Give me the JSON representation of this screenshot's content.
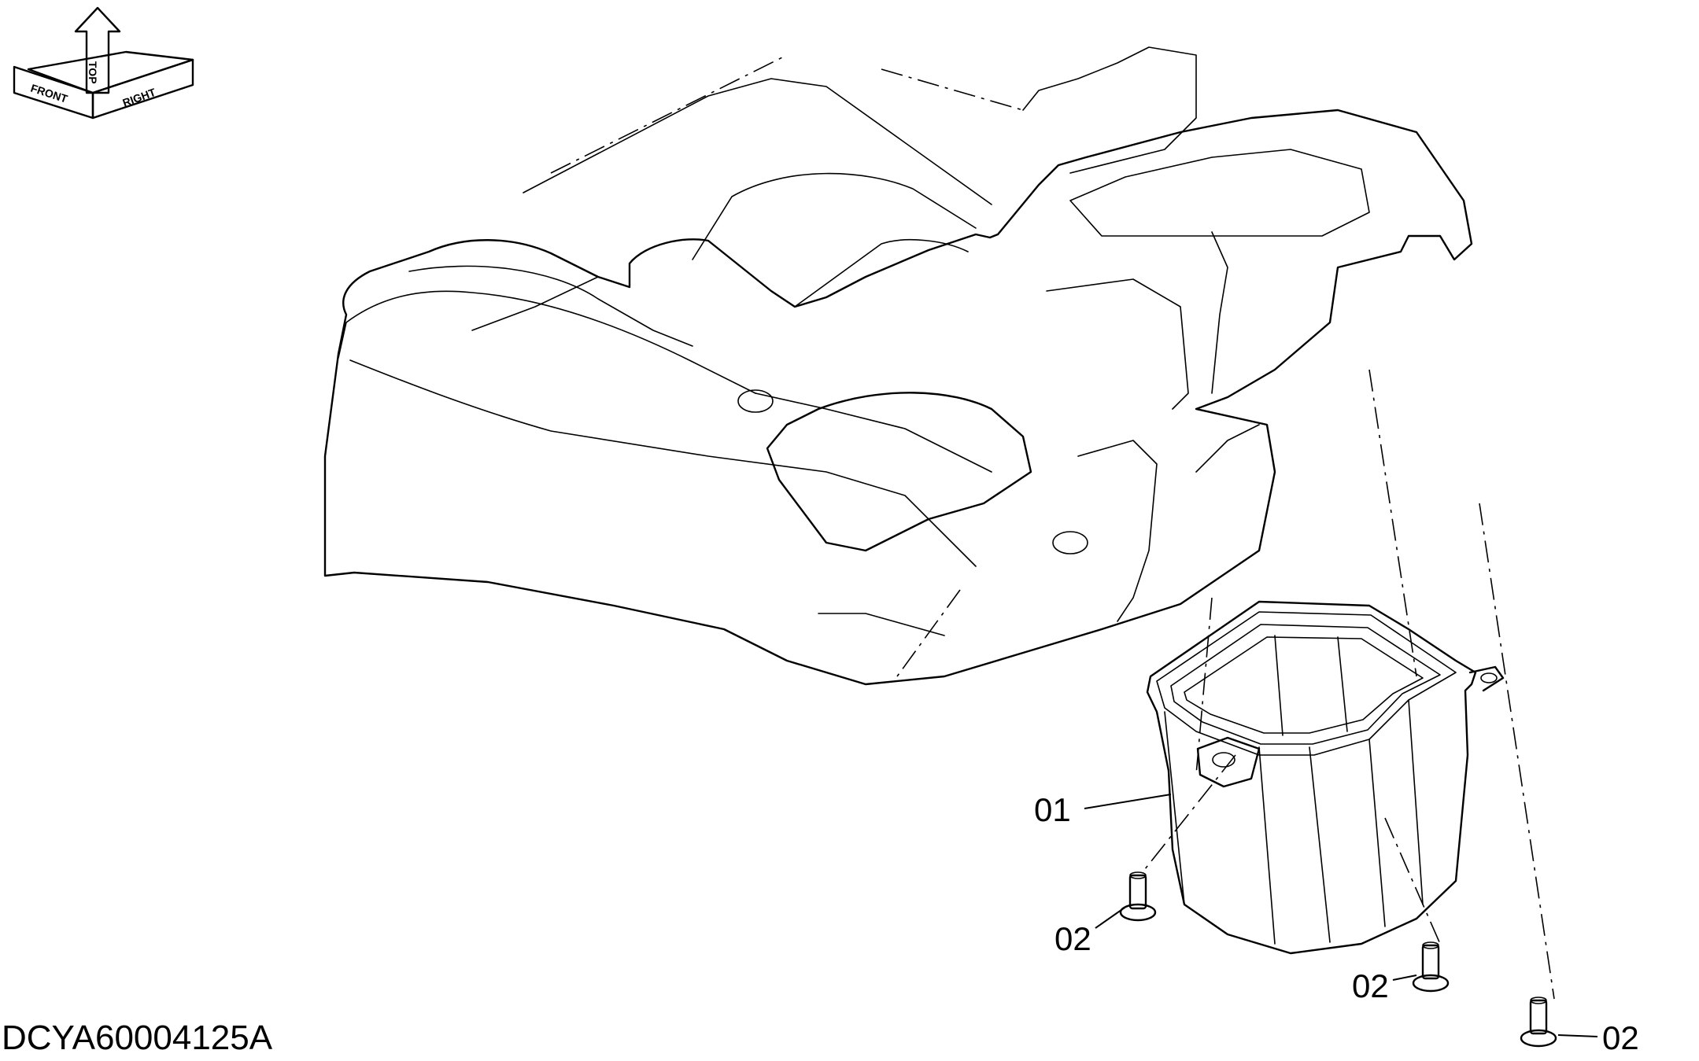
{
  "diagram": {
    "drawing_code": "DCYA60004125A",
    "orientation_labels": {
      "top": "TOP",
      "front": "FRONT",
      "right": "RIGHT"
    },
    "parts": [
      {
        "callout": "01"
      },
      {
        "callout": "02"
      },
      {
        "callout": "02"
      },
      {
        "callout": "02"
      }
    ]
  }
}
